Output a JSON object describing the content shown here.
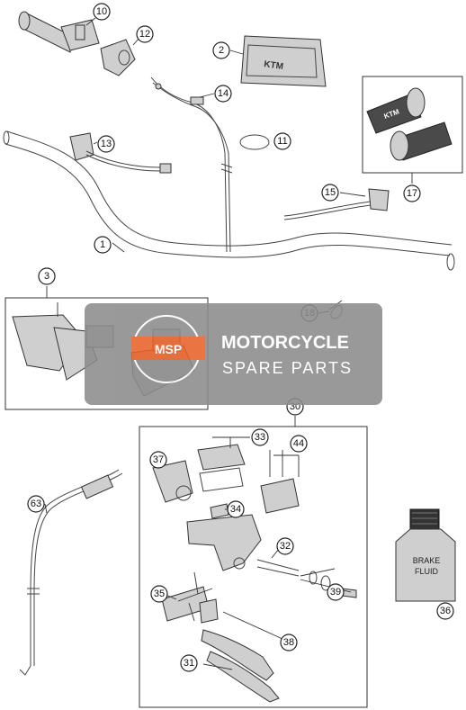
{
  "callouts": {
    "c1": "1",
    "c2": "2",
    "c3": "3",
    "c10": "10",
    "c11": "11",
    "c12": "12",
    "c13": "13",
    "c14": "14",
    "c15": "15",
    "c17": "17",
    "c18": "18",
    "c30": "30",
    "c31": "31",
    "c32": "32",
    "c33": "33",
    "c34": "34",
    "c35": "35",
    "c36": "36",
    "c37": "37",
    "c38": "38",
    "c39": "39",
    "c44": "44",
    "c63": "63"
  },
  "labels": {
    "handlebar_pad_logo": "KTM",
    "grip_logo": "KTM",
    "brake_fluid_bottle": "BRAKE\nFLUID"
  },
  "watermark": {
    "line1": "MOTORCYCLE",
    "line2": "SPARE PARTS",
    "logo_text": "MSP"
  },
  "colors": {
    "watermark_bg": "#8c8c8c",
    "watermark_accent": "#e8622a"
  }
}
